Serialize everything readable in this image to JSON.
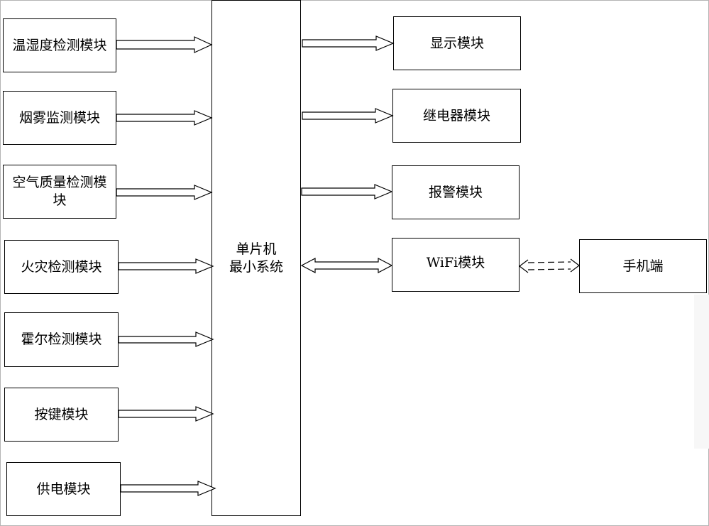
{
  "inputs": [
    {
      "id": "temp-humidity",
      "label": "温湿度检测模块"
    },
    {
      "id": "smoke",
      "label": "烟雾监测模块"
    },
    {
      "id": "air-quality",
      "label": "空气质量检测模块"
    },
    {
      "id": "fire",
      "label": "火灾检测模块"
    },
    {
      "id": "hall",
      "label": "霍尔检测模块"
    },
    {
      "id": "key",
      "label": "按键模块"
    },
    {
      "id": "power",
      "label": "供电模块"
    }
  ],
  "mcu": {
    "line1": "单片机",
    "line2": "最小系统"
  },
  "outputs": [
    {
      "id": "display",
      "label": "显示模块"
    },
    {
      "id": "relay",
      "label": "继电器模块"
    },
    {
      "id": "alarm",
      "label": "报警模块"
    },
    {
      "id": "wifi",
      "label": "WiFi模块"
    }
  ],
  "phone": {
    "label": "手机端"
  }
}
